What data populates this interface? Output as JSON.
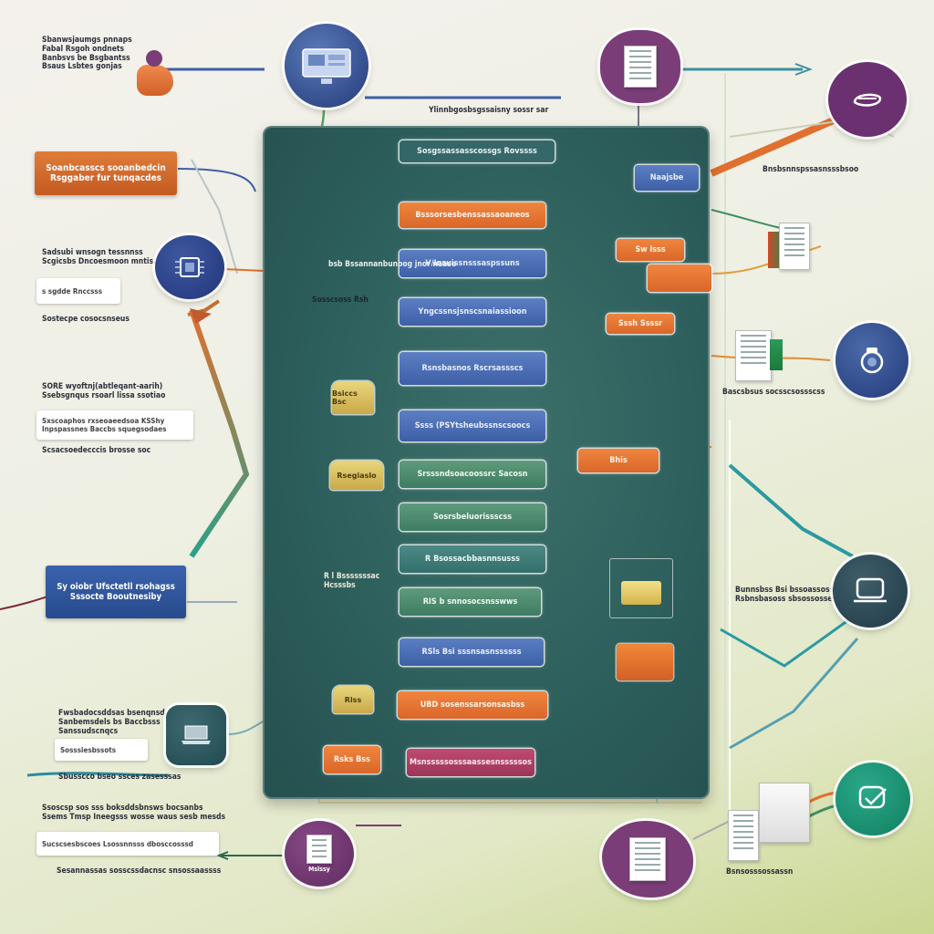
{
  "colors": {
    "blue": "#3e5fa6",
    "orange": "#e0702f",
    "green": "#3e7d62",
    "teal": "#2d5f5c",
    "purple": "#7a3d78",
    "pink": "#9b3558",
    "navy": "#274b8c"
  },
  "left": {
    "top_note": [
      "Sbanwsjaumgs pnnaps",
      "Fabal Rsgoh ondnets",
      "Banbsvs be Bsgbantss",
      "Bsaus Lsbtes gonjas"
    ],
    "orange_box": [
      "Soanbcasscs sooanbedcin",
      "Rsggaber fur tunqacdes"
    ],
    "block2_note": [
      "Sadsubi wnsogn tessnnss",
      "Scgicsbs Dncoesmoon mntis..."
    ],
    "block2_input": "s sgdde Rnccsss",
    "block2_caption": "Sostecpe cosocsnseus",
    "block3_note": [
      "SORE wyoftnj(abtleqant-aarih)",
      "Ssebsgnqus rsoarl lissa ssotiao"
    ],
    "block3_input": [
      "Sxscoaphos rxseoaeedsoa KSShy",
      "Inpspassnes Baccbs squegsodaes"
    ],
    "block3_caption": "Scsacsoedecccis brosse soc",
    "blue_box": [
      "Sy oiobr Ufsctetll rsohagss",
      "Sssocte Booutnesiby"
    ],
    "block5_note": [
      "Fwsbadocsddsas bsenqnsd",
      "Sanbemsdels bs Baccbsss",
      "Sanssudscnqcs"
    ],
    "block5_input": "Sosssiesbssots",
    "block5_caption": "Sbusscco bseo ssces zasesssas",
    "block6_note": [
      "Ssoscsp sos sss boksddsbnsws bocsanbs",
      "Ssems Tmsp Ineegsss wosse waus sesb mesds"
    ],
    "block6_input": "Sucscsesbscoes Lsossnnsss dbosccosssd",
    "block6_caption": "Sesannassas sosscssdacnsc snsossaassss"
  },
  "top": {
    "caption": "Ylinnbgosbsgssaisny sossr sar"
  },
  "panel": {
    "header": "Sosgssassasscossgs Rovssss",
    "side_box": "Naajsbe",
    "flows": [
      "Bsssorsesbenssassaoaneos",
      "V/Insuissnsssaspssuns",
      "Yngcssnsjsnscsnaiassioon",
      "Rsnsbasnos Rscrsassscs",
      "Ssss (PSYtsheubssnscsoocs",
      "Srsssndsoacoossrc Sacosn",
      "Sosrsbeluorissscss",
      "R Bsossacbbasnnsusss",
      "RIS b snnosocsnsswws",
      "RSls Bsi sssnsasnssssss",
      "UBD sosenssarsonsasbss",
      "Msnsssssosssaassesnsssssos"
    ],
    "row2_note": "bsb  Bssannanbunoog jnor naase",
    "row3_note": "Sosscsoss Rsh",
    "orange_tags": [
      "Sw lsss",
      "Sssh Ssssr",
      "Bhis"
    ],
    "left_tags": [
      "Bsiccs Bsc",
      "Rsegiaslo",
      "Rlss"
    ],
    "pink_tag": "Rsks Bss",
    "mid_note": [
      "R l Bsssssssac",
      "Hcsssbs"
    ]
  },
  "right": {
    "note1": "Bnsbsnnspssasnsssbsoo",
    "note2": "Bascsbsus socsscsossscss",
    "note3": [
      "Bunnsbss Bsi bssoassoss",
      "Rsbnsbasoss sbsossossess"
    ],
    "bottom_caption": "Bsnsosssossassn",
    "bottom_mid": "Mslssy"
  },
  "icons": [
    "monitor-icon",
    "document-icon",
    "chat-icon",
    "chip-icon",
    "camera-icon",
    "laptop-icon",
    "server-icon",
    "check-chat-icon",
    "report-icon"
  ]
}
